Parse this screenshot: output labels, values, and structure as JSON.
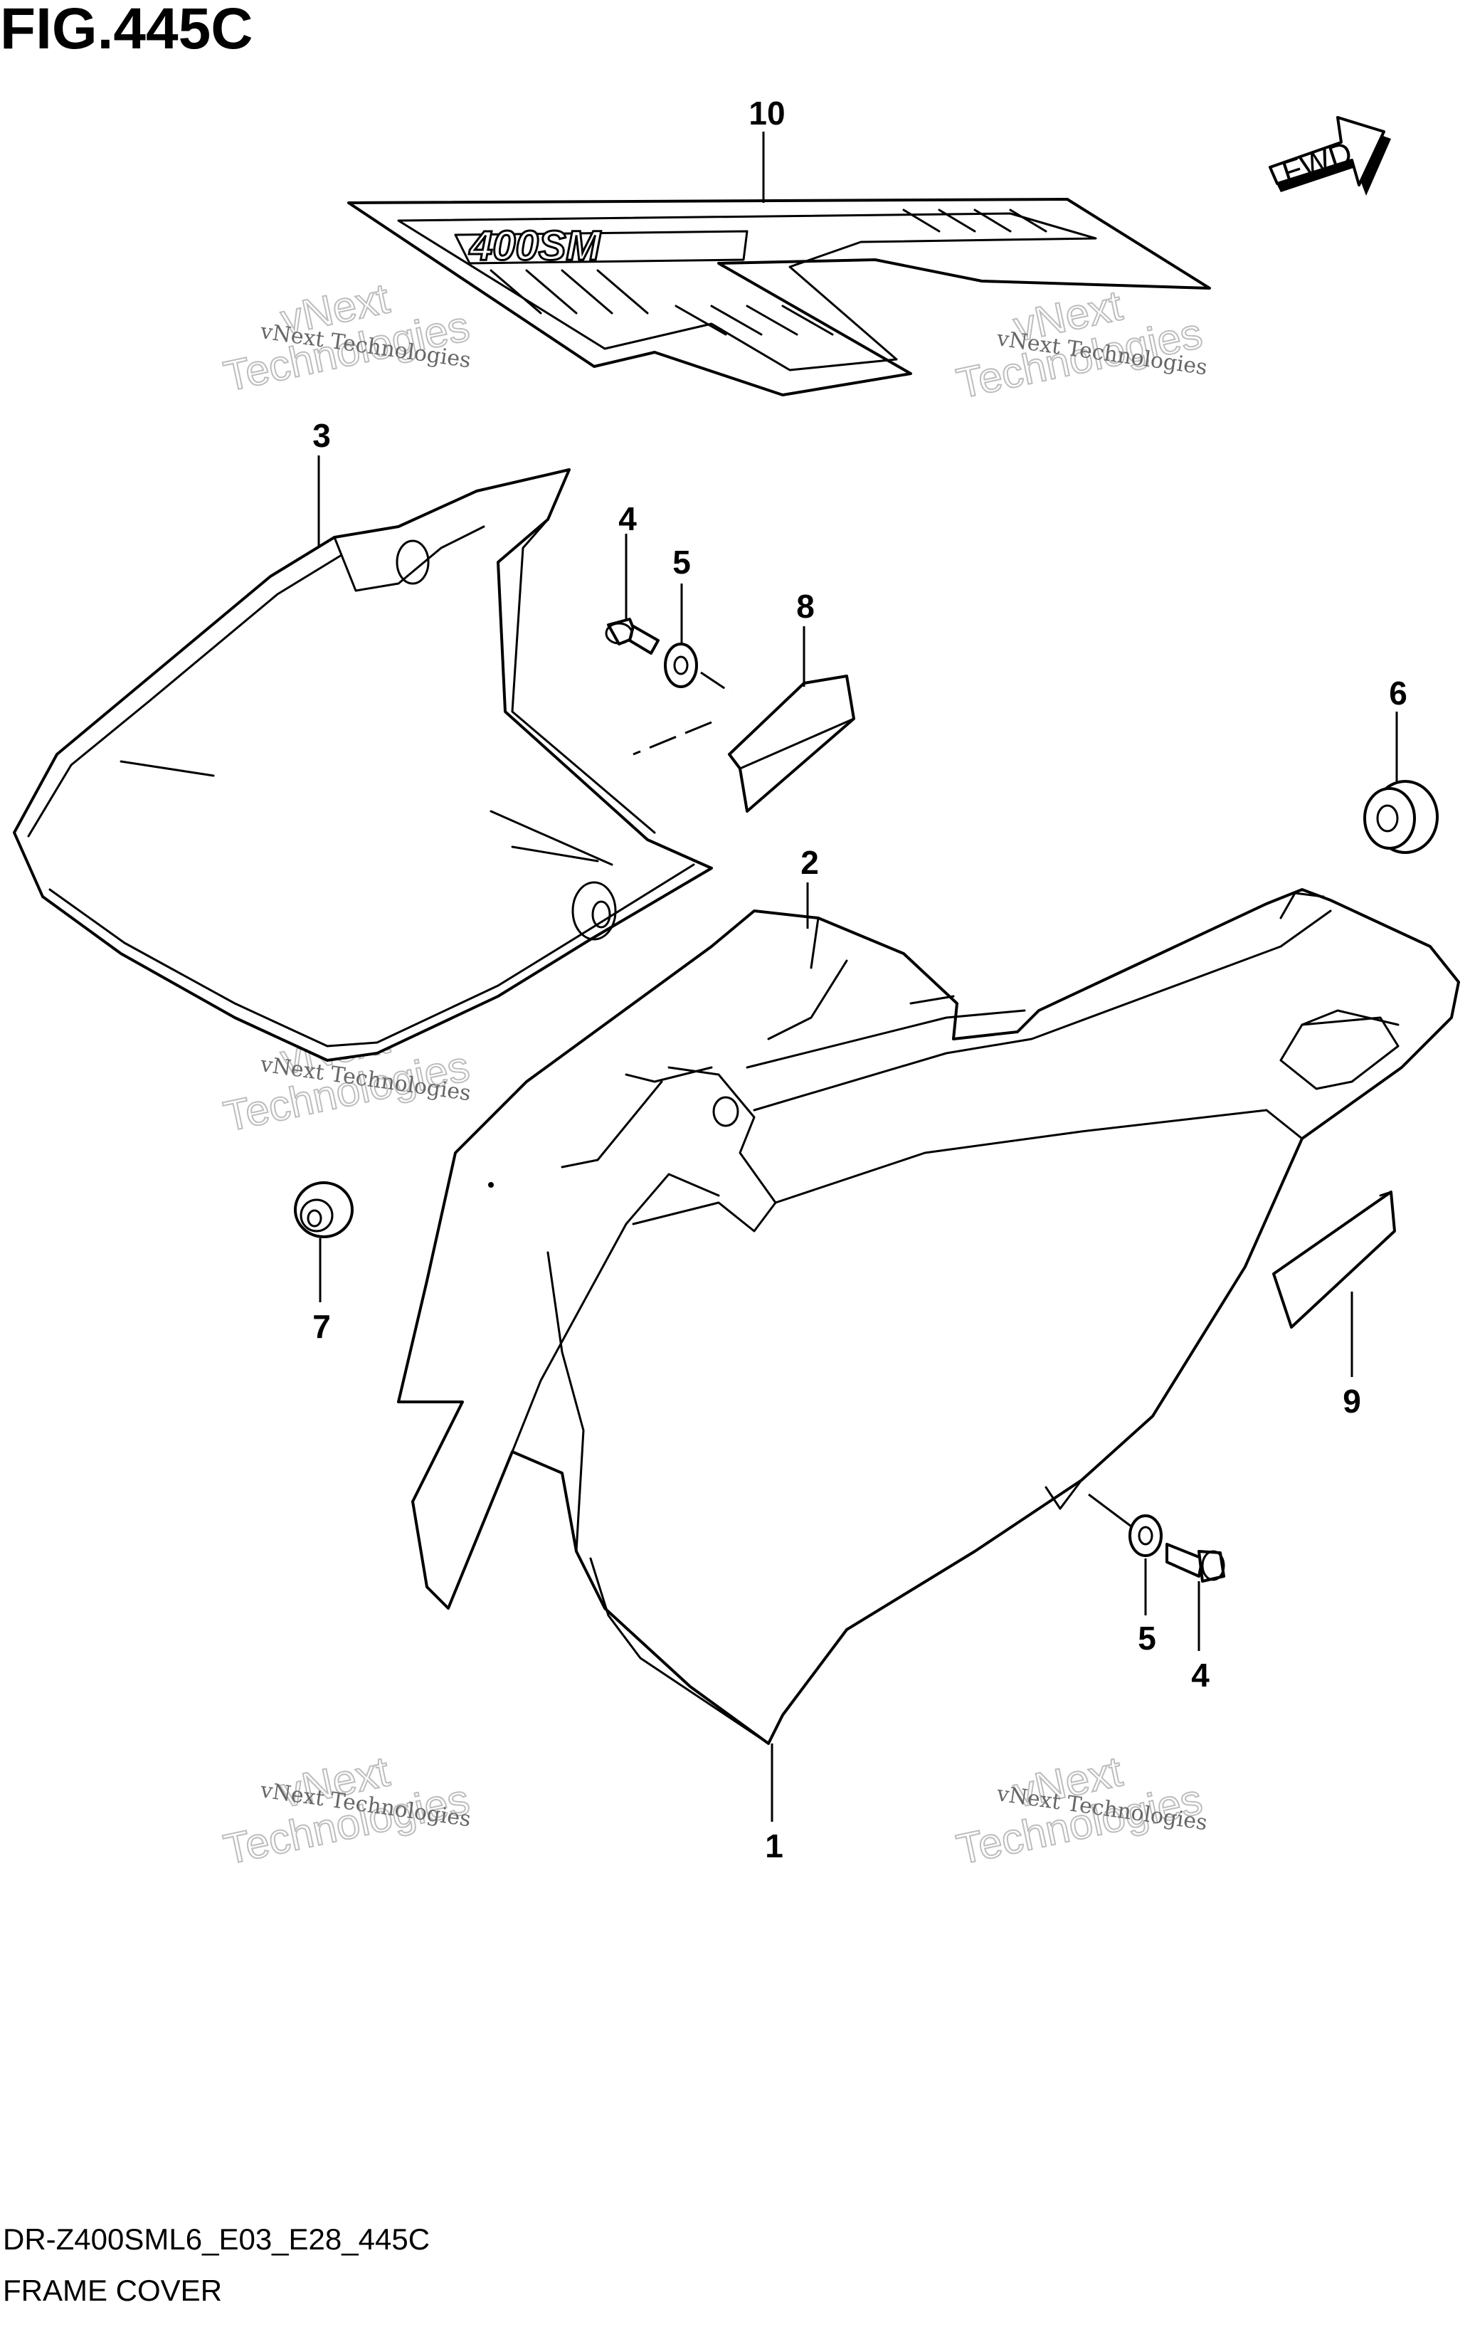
{
  "figure": {
    "title": "FIG.445C",
    "code": "DR-Z400SML6_E03_E28_445C",
    "name": "FRAME COVER"
  },
  "direction_arrow": {
    "label": "FWD",
    "icon": "fwd-arrow-icon"
  },
  "decal_text": "400SM",
  "callouts": [
    {
      "id": "c10",
      "label": "10"
    },
    {
      "id": "c3",
      "label": "3"
    },
    {
      "id": "c4a",
      "label": "4"
    },
    {
      "id": "c5a",
      "label": "5"
    },
    {
      "id": "c8",
      "label": "8"
    },
    {
      "id": "c6",
      "label": "6"
    },
    {
      "id": "c2",
      "label": "2"
    },
    {
      "id": "c7",
      "label": "7"
    },
    {
      "id": "c9",
      "label": "9"
    },
    {
      "id": "c5b",
      "label": "5"
    },
    {
      "id": "c4b",
      "label": "4"
    },
    {
      "id": "c1",
      "label": "1"
    }
  ],
  "watermark": {
    "line1": "vNext Technologies",
    "line2a": "vNext",
    "line2b": "Technologies"
  }
}
